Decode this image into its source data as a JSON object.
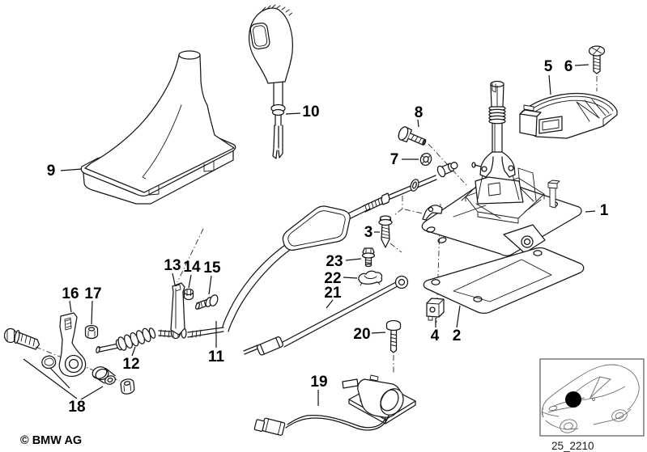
{
  "diagram": {
    "copyright": "© BMW AG",
    "drawing_number": "25_2210",
    "callouts": {
      "c1": "1",
      "c2": "2",
      "c3": "3",
      "c4": "4",
      "c5": "5",
      "c6": "6",
      "c7": "7",
      "c8": "8",
      "c9": "9",
      "c10": "10",
      "c11": "11",
      "c12": "12",
      "c13": "13",
      "c14": "14",
      "c15": "15",
      "c16": "16",
      "c17": "17",
      "c18": "18",
      "c19": "19",
      "c20": "20",
      "c21": "21",
      "c22": "22",
      "c23": "23"
    }
  }
}
